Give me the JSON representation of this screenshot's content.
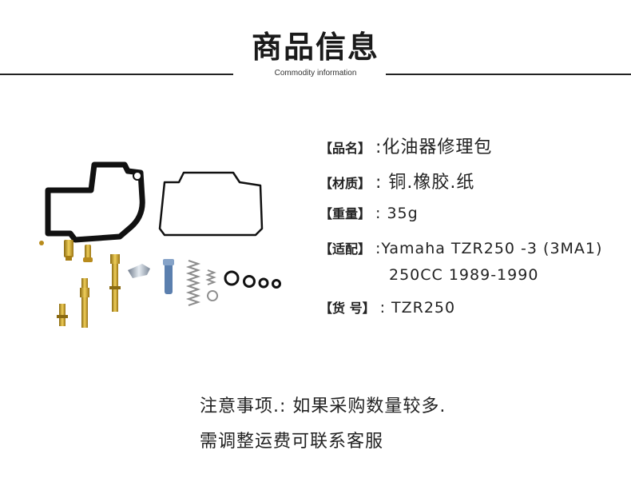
{
  "header": {
    "title": "商品信息",
    "subtitle": "Commodity information"
  },
  "specs": [
    {
      "label": "【品名】",
      "value": ":化油器修理包"
    },
    {
      "label": "【材质】",
      "value": ": 铜.橡胶.纸"
    },
    {
      "label": "【重量】",
      "value": ":   35g"
    },
    {
      "label": "【适配】",
      "value": ":Yamaha TZR250 -3 (3MA1)",
      "continuation": "250CC 1989-1990"
    },
    {
      "label": "【货  号】",
      "value": ": TZR250"
    }
  ],
  "notes": {
    "line1": "注意事项.: 如果采购数量较多.",
    "line2": "需调整运费可联系客服"
  },
  "colors": {
    "text": "#222222",
    "brass": "#c9a227",
    "gasket": "#111111",
    "spring": "#9a9a9a"
  }
}
